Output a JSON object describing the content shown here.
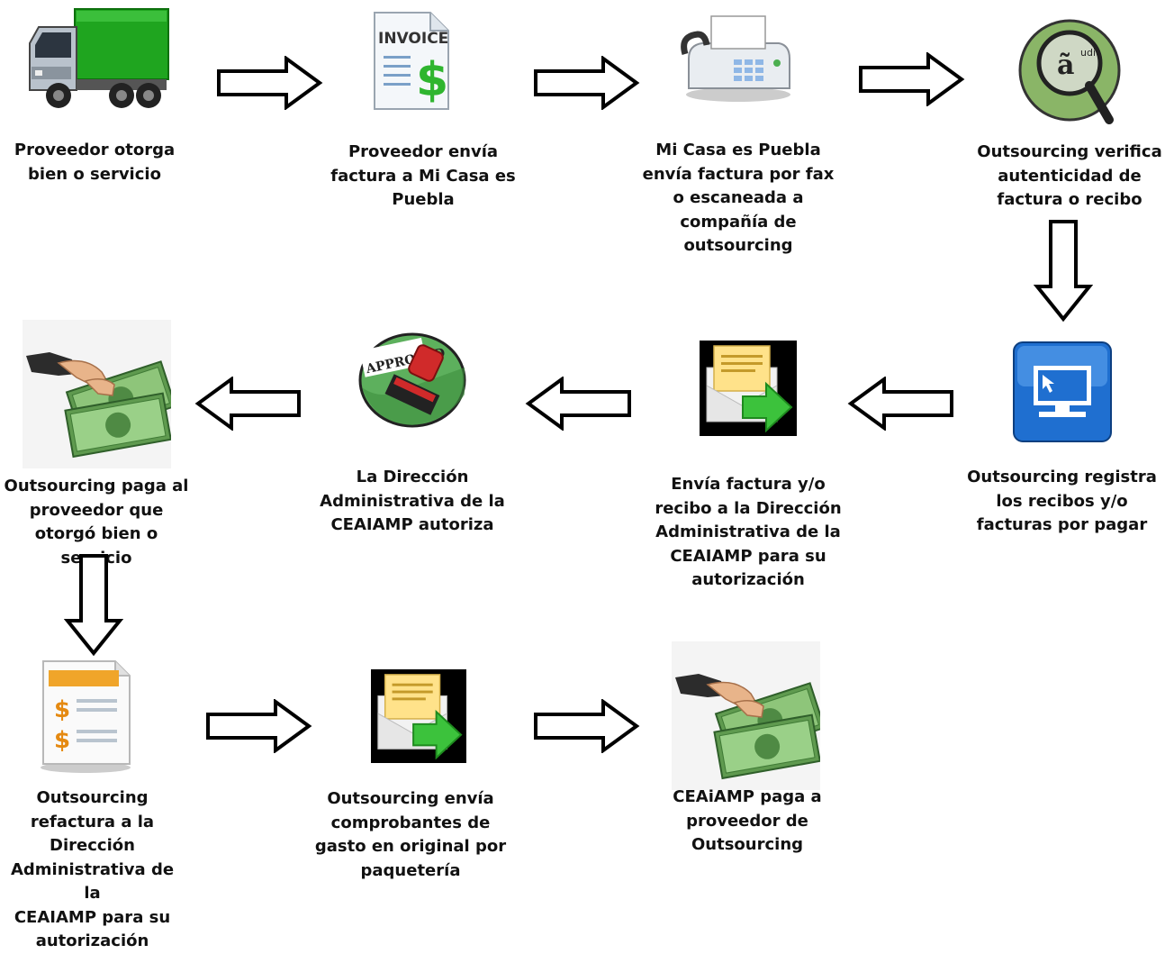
{
  "steps": [
    {
      "id": "s1",
      "label": "Proveedor otorga\nbien o servicio",
      "icon": "truck-icon"
    },
    {
      "id": "s2",
      "label": "Proveedor envía\nfactura a Mi Casa es\nPuebla",
      "icon": "invoice-icon",
      "icon_text": "INVOICE"
    },
    {
      "id": "s3",
      "label": "Mi Casa es Puebla\nenvía factura por fax\no escaneada a\ncompañía de\noutsourcing",
      "icon": "fax-icon"
    },
    {
      "id": "s4",
      "label": "Outsourcing verifica\nautenticidad de\nfactura o recibo",
      "icon": "audit-magnifier-icon",
      "icon_text": "ã udit"
    },
    {
      "id": "s5",
      "label": "Outsourcing registra\nlos recibos y/o\nfacturas por pagar",
      "icon": "computer-icon"
    },
    {
      "id": "s6",
      "label": "Envía factura y/o\nrecibo a la Dirección\nAdministrativa de la\nCEAIAMP para su\nautorización",
      "icon": "mail-send-icon"
    },
    {
      "id": "s7",
      "label": "La Dirección\nAdministrativa de la\nCEAIAMP autoriza",
      "icon": "approved-stamp-icon",
      "icon_text": "APPROVED"
    },
    {
      "id": "s8",
      "label": "Outsourcing paga al\nproveedor que\notorgó bien o servicio",
      "icon": "hand-money-icon"
    },
    {
      "id": "s9",
      "label": "Outsourcing\nrefactura a la\nDirección\nAdministrativa de la\nCEAIAMP para su\nautorización",
      "icon": "bill-document-icon"
    },
    {
      "id": "s10",
      "label": "Outsourcing envía\ncomprobantes de\ngasto en original por\npaquetería",
      "icon": "mail-send-icon"
    },
    {
      "id": "s11",
      "label": "CEAiAMP paga a\nproveedor de\nOutsourcing",
      "icon": "hand-money-icon"
    }
  ],
  "colors": {
    "arrow_stroke": "#000000",
    "arrow_fill": "#ffffff",
    "truck_green": "#22aa22",
    "money_green": "#5b9a4a",
    "computer_blue": "#1f6fd0",
    "mail_green": "#33bb33"
  }
}
